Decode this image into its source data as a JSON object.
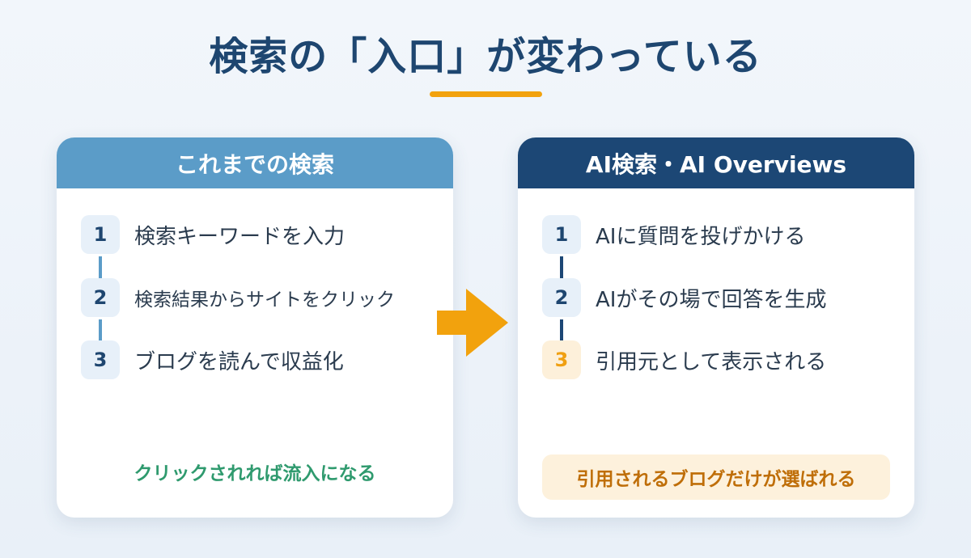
{
  "title": "検索の「入口」が変わっている",
  "colors": {
    "title": "#1e4670",
    "accent": "#f2a20d",
    "left_header": "#5b9cc8",
    "right_header": "#1c4775",
    "left_footer_text": "#2f9a6e",
    "right_footer_text": "#bf6e08"
  },
  "left_card": {
    "header": "これまでの検索",
    "steps": [
      {
        "num": "1",
        "text": "検索キーワードを入力"
      },
      {
        "num": "2",
        "text": "検索結果からサイトをクリック"
      },
      {
        "num": "3",
        "text": "ブログを読んで収益化"
      }
    ],
    "footer": "クリックされれば流入になる"
  },
  "right_card": {
    "header": "AI検索・AI Overviews",
    "steps": [
      {
        "num": "1",
        "text": "AIに質問を投げかける"
      },
      {
        "num": "2",
        "text": "AIがその場で回答を生成"
      },
      {
        "num": "3",
        "text": "引用元として表示される"
      }
    ],
    "footer": "引用されるブログだけが選ばれる"
  },
  "arrow_icon": "arrow-right-icon"
}
